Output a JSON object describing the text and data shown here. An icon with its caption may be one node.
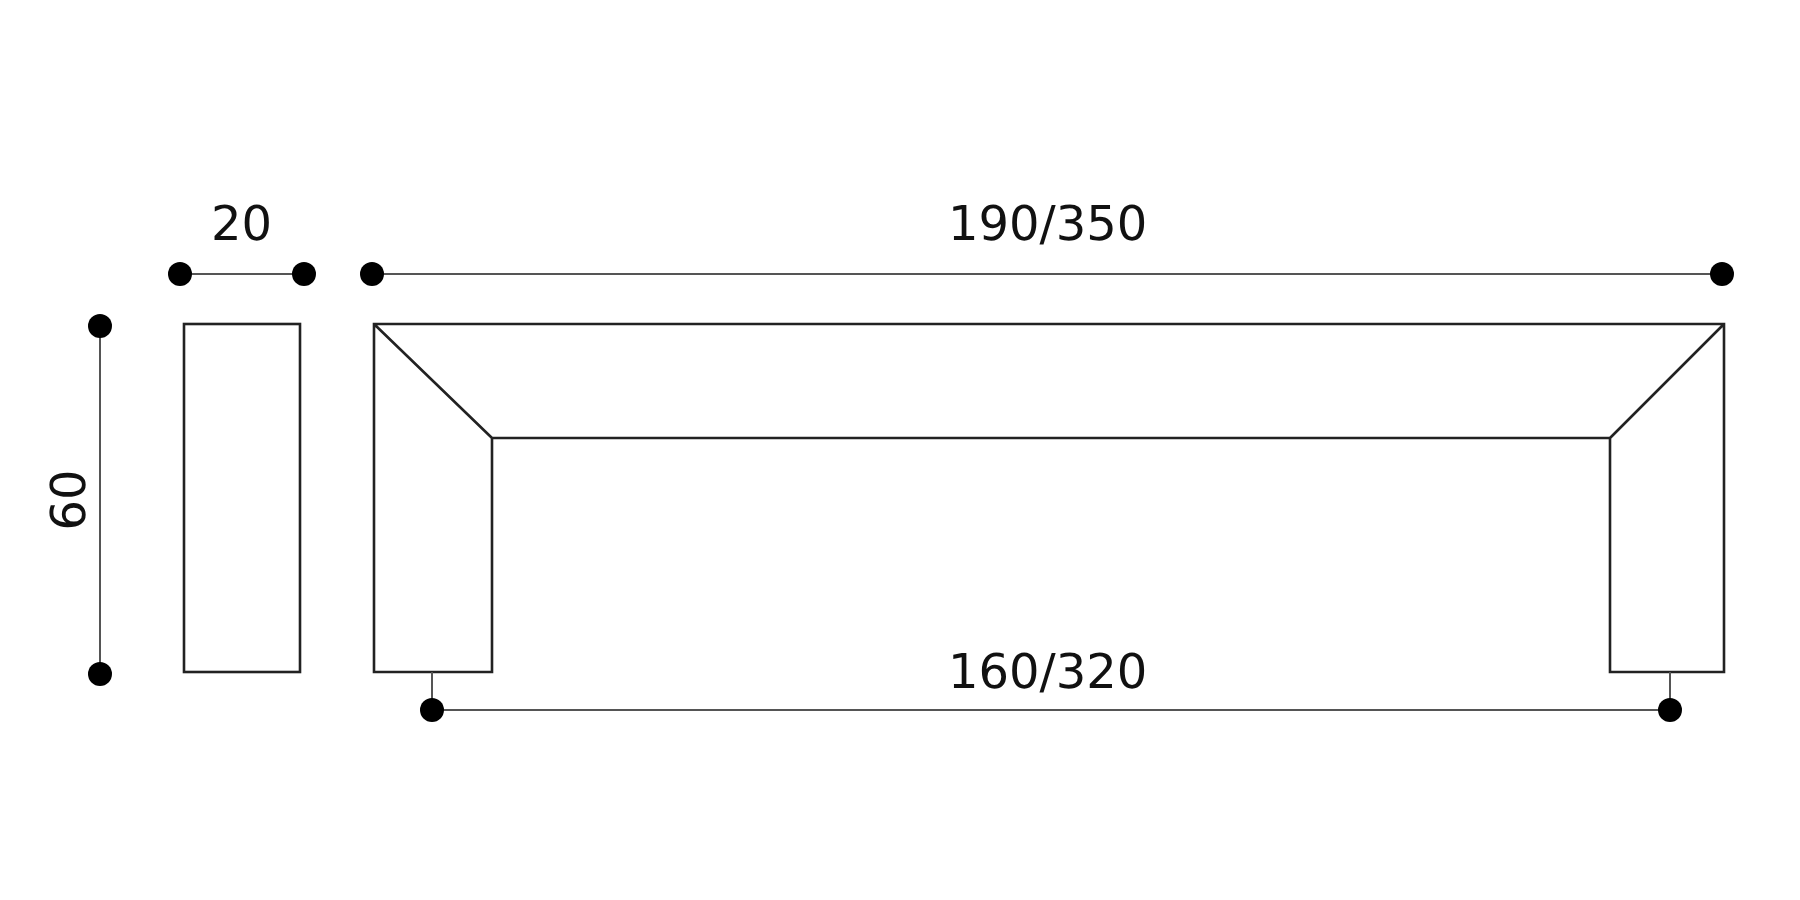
{
  "diagram": {
    "labels": [
      "20",
      "190/350",
      "60",
      "160/320"
    ]
  }
}
